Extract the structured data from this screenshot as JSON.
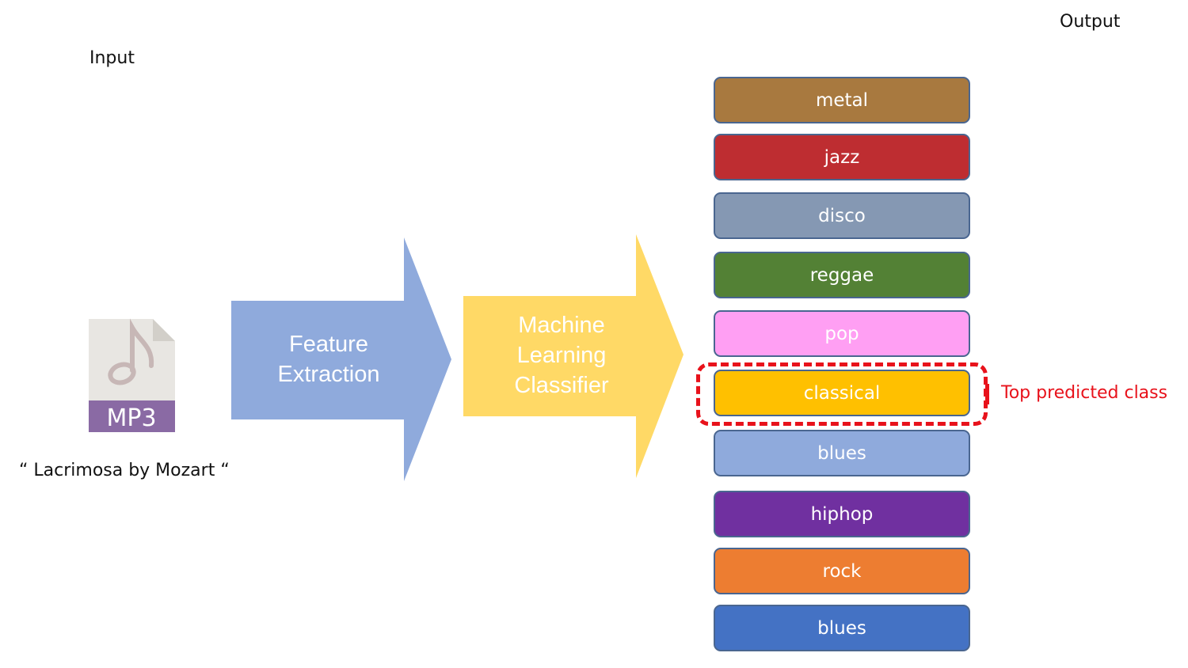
{
  "labels": {
    "input": "Input",
    "output": "Output",
    "file_caption": "“ Lacrimosa by Mozart “"
  },
  "file_icon": {
    "icon": "mp3-file-icon",
    "badge_text": "MP3"
  },
  "steps": {
    "feature_extraction": "Feature\nExtraction",
    "classifier": "Machine\nLearning\nClassifier"
  },
  "genres": [
    {
      "label": "metal",
      "color": "#a8793f"
    },
    {
      "label": "jazz",
      "color": "#be2d31"
    },
    {
      "label": "disco",
      "color": "#8598b3"
    },
    {
      "label": "reggae",
      "color": "#538135"
    },
    {
      "label": "pop",
      "color": "#ff9ff3"
    },
    {
      "label": "classical",
      "color": "#ffc000"
    },
    {
      "label": "blues",
      "color": "#8faadc"
    },
    {
      "label": "hiphop",
      "color": "#7030a0"
    },
    {
      "label": "rock",
      "color": "#ed7d31"
    },
    {
      "label": "blues",
      "color": "#4472c4"
    }
  ],
  "highlight": {
    "label": "Top predicted class",
    "target_index": 5,
    "color": "#e8121b"
  },
  "colors": {
    "feature_arrow": "#8faadc",
    "classifier_arrow": "#ffd966",
    "genre_border": "#4a6690"
  }
}
